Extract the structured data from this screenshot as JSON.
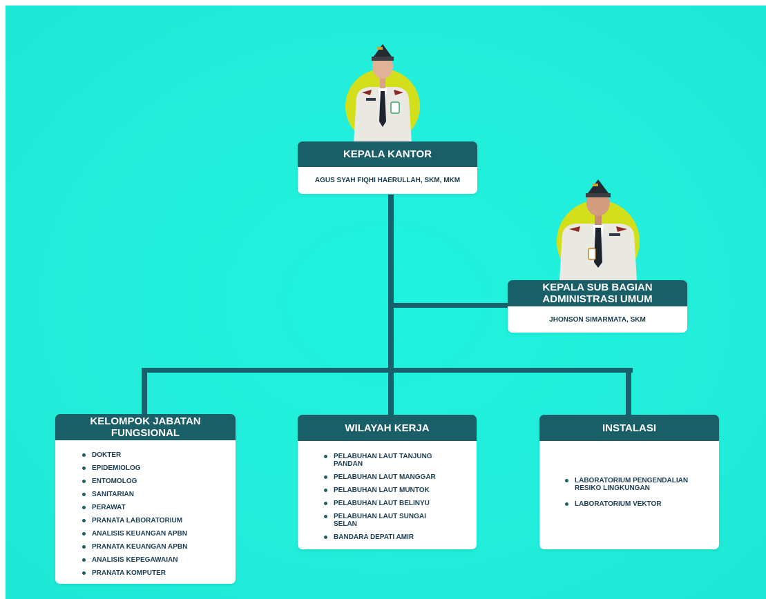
{
  "colors": {
    "background": "#22eedb",
    "header": "#1a5e67",
    "connector": "#16616b",
    "portrait_circle": "#d4df1c"
  },
  "head": {
    "title": "KEPALA KANTOR",
    "name": "AGUS SYAH FIQHI HAERULLAH, SKM, MKM"
  },
  "sub_admin": {
    "title": "KEPALA SUB BAGIAN ADMINISTRASI UMUM",
    "name": "JHONSON SIMARMATA, SKM"
  },
  "groups": [
    {
      "title": "KELOMPOK JABATAN FUNGSIONAL",
      "items": [
        "DOKTER",
        "EPIDEMIOLOG",
        "ENTOMOLOG",
        "SANITARIAN",
        "PERAWAT",
        "PRANATA LABORATORIUM",
        "ANALISIS KEUANGAN APBN",
        "PRANATA KEUANGAN APBN",
        "ANALISIS KEPEGAWAIAN",
        "PRANATA KOMPUTER"
      ]
    },
    {
      "title": "WILAYAH KERJA",
      "items": [
        "PELABUHAN LAUT TANJUNG PANDAN",
        "PELABUHAN LAUT MANGGAR",
        "PELABUHAN LAUT MUNTOK",
        "PELABUHAN LAUT BELINYU",
        "PELABUHAN LAUT SUNGAI SELAN",
        "BANDARA DEPATI AMIR"
      ]
    },
    {
      "title": "INSTALASI",
      "items": [
        "LABORATORIUM PENGENDALIAN RESIKO LINGKUNGAN",
        "LABORATORIUM VEKTOR"
      ]
    }
  ]
}
